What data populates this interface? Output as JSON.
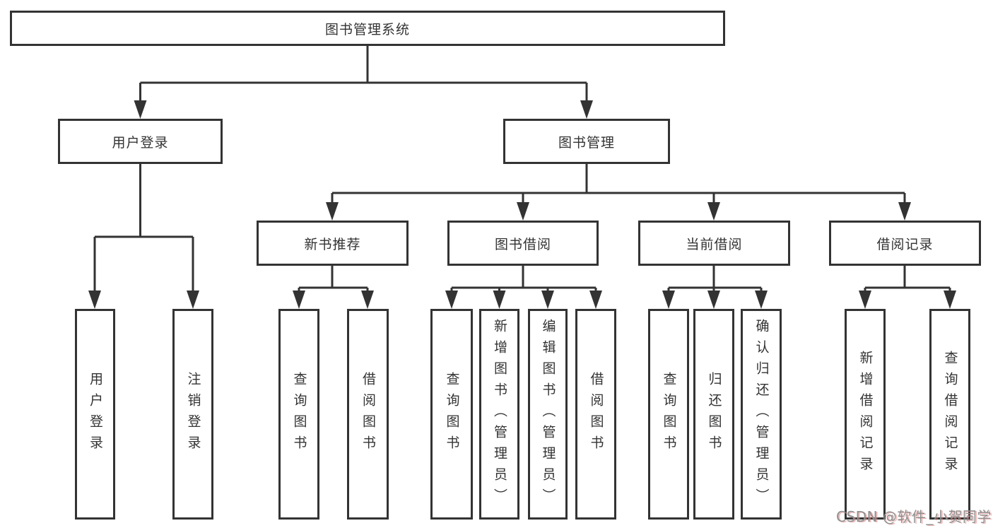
{
  "title": "图书管理系统",
  "tree": {
    "root": {
      "label": "图书管理系统"
    },
    "children": [
      {
        "label": "用户登录",
        "children": [
          {
            "label": "用户登录"
          },
          {
            "label": "注销登录"
          }
        ]
      },
      {
        "label": "图书管理",
        "children": [
          {
            "label": "新书推荐",
            "children": [
              {
                "label": "查询图书"
              },
              {
                "label": "借阅图书"
              }
            ]
          },
          {
            "label": "图书借阅",
            "children": [
              {
                "label": "查询图书"
              },
              {
                "label": "新增图书（管理员）"
              },
              {
                "label": "编辑图书（管理员）"
              },
              {
                "label": "借阅图书"
              }
            ]
          },
          {
            "label": "当前借阅",
            "children": [
              {
                "label": "查询图书"
              },
              {
                "label": "归还图书"
              },
              {
                "label": "确认归还（管理员）"
              }
            ]
          },
          {
            "label": "借阅记录",
            "children": [
              {
                "label": "新增借阅记录"
              },
              {
                "label": "查询借阅记录"
              }
            ]
          }
        ]
      }
    ]
  },
  "watermark": {
    "text": "CSDN @软件_小贺同学"
  },
  "colors": {
    "line": "#333333",
    "box_border": "#333333",
    "box_fill": "#ffffff",
    "text": "#333333",
    "background": "#ffffff",
    "watermark_text": "#8f8f8f",
    "watermark_shadow": "#e08282"
  }
}
